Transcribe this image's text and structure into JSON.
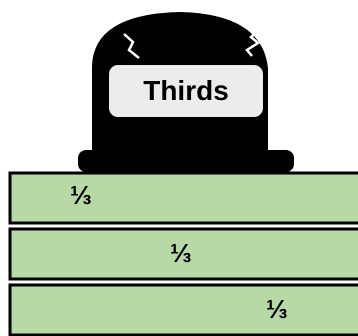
{
  "title": "Thirds",
  "parts": [
    "⅓",
    "⅓",
    "⅓"
  ],
  "colors": {
    "bar_fill": "#b7d9a6",
    "outline": "#000000",
    "cup": "#000000",
    "label_fill": "#ececec",
    "crack": "#ffffff"
  }
}
